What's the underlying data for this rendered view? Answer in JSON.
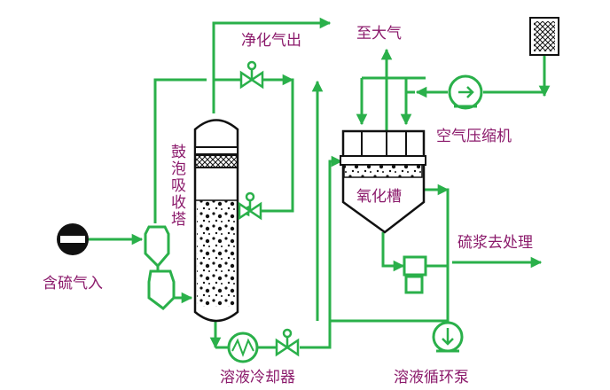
{
  "labels": {
    "purified_gas_out": "净化气出",
    "to_atmosphere": "至大气",
    "bubble_absorber": "鼓泡吸收塔",
    "air_compressor": "空气压缩机",
    "oxidation_tank": "氧化槽",
    "sulfur_slurry": "硫浆去处理",
    "sulfur_gas_in": "含硫气入",
    "solution_cooler": "溶液冷却器",
    "solution_pump": "溶液循环泵"
  },
  "colors": {
    "pipe": "#2ab04a",
    "outline": "#111111",
    "label": "#8b1a6b",
    "background": "#ffffff"
  },
  "icons": [
    "gate-valve-icon",
    "pump-icon",
    "heat-exchanger-icon",
    "air-filter-icon",
    "arrow-icon"
  ]
}
